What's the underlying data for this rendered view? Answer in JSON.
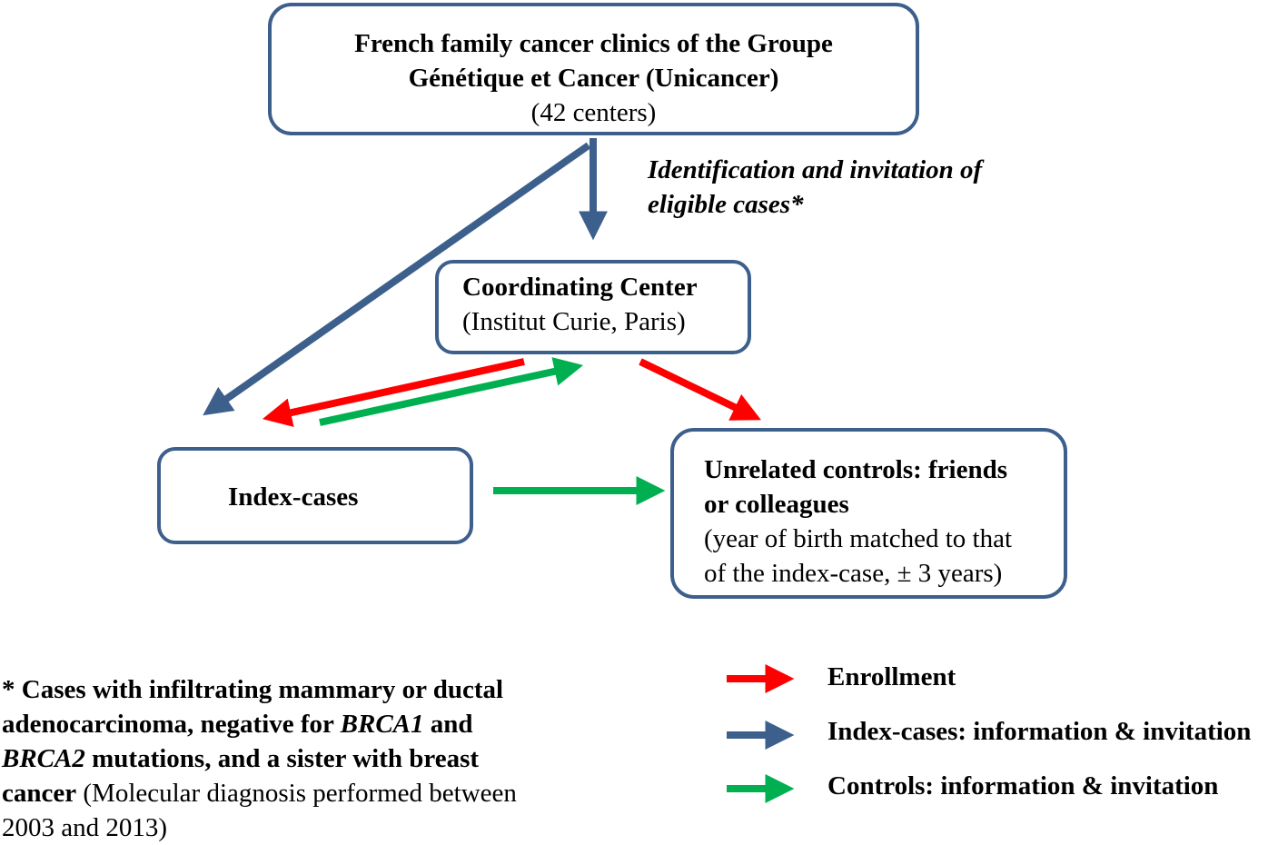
{
  "top_box": {
    "line1": "French family cancer clinics of the Groupe",
    "line2": "Génétique et Cancer (Unicancer)",
    "line3": "(42 centers)"
  },
  "identification": {
    "line1": "Identification and invitation of",
    "line2": "eligible cases*"
  },
  "coord_box": {
    "line1": "Coordinating Center",
    "line2": "(Institut Curie, Paris)"
  },
  "index_box": {
    "label": "Index-cases"
  },
  "controls_box": {
    "line1": "Unrelated controls: friends",
    "line2": "or colleagues",
    "line3": "(year of birth matched to that",
    "line4": "of the index-case, ± 3 years)"
  },
  "footnote": {
    "line1": "* Cases with infiltrating mammary or ductal",
    "line2a": "adenocarcinoma, negative for ",
    "line2b": "BRCA1",
    "line2c": " and",
    "line3a": "BRCA2",
    "line3b": " mutations, and a sister with breast",
    "line4a": "cancer",
    "line4b": " (Molecular diagnosis performed between",
    "line5": "2003 and 2013)"
  },
  "legend": [
    {
      "label": "Enrollment",
      "color": "#ff0000"
    },
    {
      "label": "Index-cases: information & invitation",
      "color": "#3d5f8c"
    },
    {
      "label": "Controls:  information & invitation",
      "color": "#00b050"
    }
  ]
}
